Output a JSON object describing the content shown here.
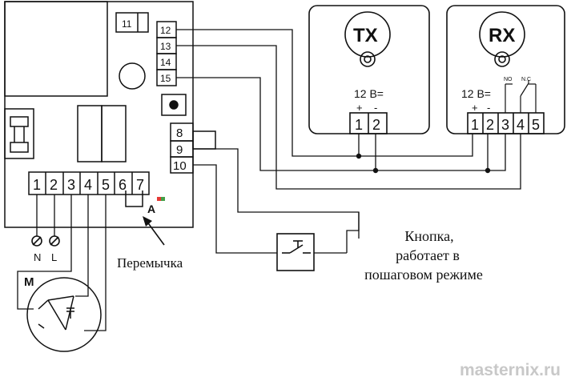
{
  "board": {
    "top_terminals": [
      "12",
      "13",
      "14",
      "15"
    ],
    "relay_terminal": "11",
    "side_terminals": [
      "8",
      "9",
      "10"
    ],
    "bottom_terminals": [
      "1",
      "2",
      "3",
      "4",
      "5",
      "6",
      "7"
    ],
    "jumper_letter": "A"
  },
  "power": {
    "n_label": "N",
    "l_label": "L"
  },
  "motor": {
    "label": "M"
  },
  "tx": {
    "title": "TX",
    "voltage": "12 В=",
    "plus": "+",
    "minus": "-",
    "terminals": [
      "1",
      "2"
    ]
  },
  "rx": {
    "title": "RX",
    "voltage": "12 В=",
    "plus": "+",
    "minus": "-",
    "no_label": "NO",
    "nc_label": "N.C",
    "terminals": [
      "1",
      "2",
      "3",
      "4",
      "5"
    ]
  },
  "jumper_caption": "Перемычка",
  "button_caption": [
    "Кнопка,",
    "работает в",
    "пошаговом режиме"
  ],
  "watermark": "masternix.ru"
}
